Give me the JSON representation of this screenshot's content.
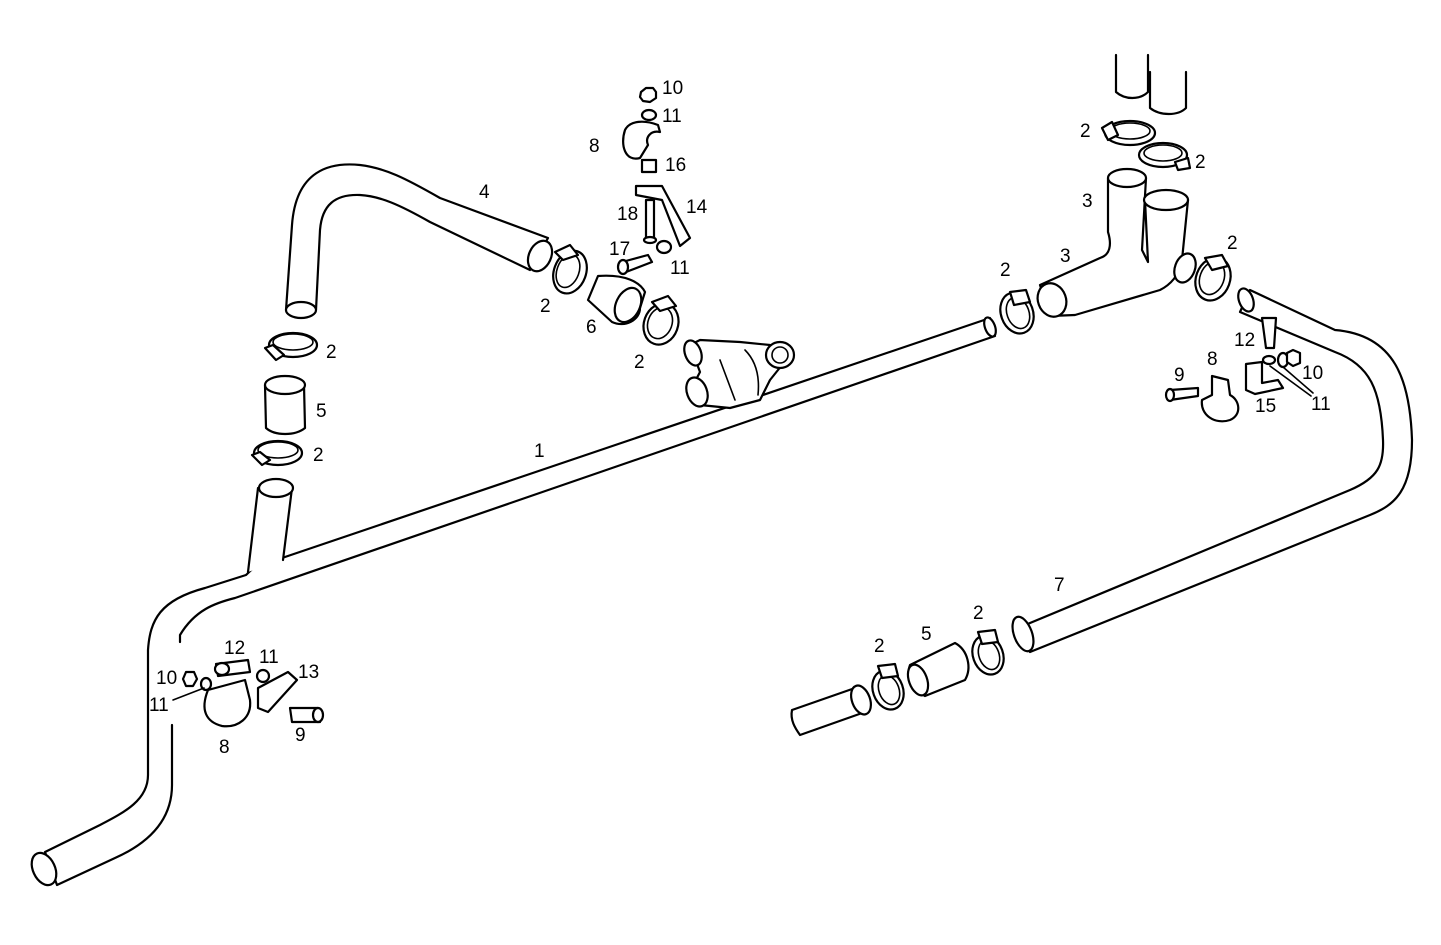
{
  "diagram": {
    "labels": [
      {
        "id": "l-1",
        "text": "1"
      },
      {
        "id": "l-4",
        "text": "4"
      },
      {
        "id": "l-2a",
        "text": "2"
      },
      {
        "id": "l-5a",
        "text": "5"
      },
      {
        "id": "l-2b",
        "text": "2"
      },
      {
        "id": "l-2c",
        "text": "2"
      },
      {
        "id": "l-6",
        "text": "6"
      },
      {
        "id": "l-2d",
        "text": "2"
      },
      {
        "id": "l-10a",
        "text": "10"
      },
      {
        "id": "l-11a",
        "text": "11"
      },
      {
        "id": "l-8a",
        "text": "8"
      },
      {
        "id": "l-16",
        "text": "16"
      },
      {
        "id": "l-18",
        "text": "18"
      },
      {
        "id": "l-14",
        "text": "14"
      },
      {
        "id": "l-17",
        "text": "17"
      },
      {
        "id": "l-11b",
        "text": "11"
      },
      {
        "id": "l-2e",
        "text": "2"
      },
      {
        "id": "l-2f",
        "text": "2"
      },
      {
        "id": "l-3a",
        "text": "3"
      },
      {
        "id": "l-3b",
        "text": "3"
      },
      {
        "id": "l-2g",
        "text": "2"
      },
      {
        "id": "l-2h",
        "text": "2"
      },
      {
        "id": "l-12a",
        "text": "12"
      },
      {
        "id": "l-8b",
        "text": "8"
      },
      {
        "id": "l-9a",
        "text": "9"
      },
      {
        "id": "l-10b",
        "text": "10"
      },
      {
        "id": "l-11c",
        "text": "11"
      },
      {
        "id": "l-15",
        "text": "15"
      },
      {
        "id": "l-7",
        "text": "7"
      },
      {
        "id": "l-2i",
        "text": "2"
      },
      {
        "id": "l-5b",
        "text": "5"
      },
      {
        "id": "l-2j",
        "text": "2"
      },
      {
        "id": "l-12b",
        "text": "12"
      },
      {
        "id": "l-11d",
        "text": "11"
      },
      {
        "id": "l-13",
        "text": "13"
      },
      {
        "id": "l-10c",
        "text": "10"
      },
      {
        "id": "l-11e",
        "text": "11"
      },
      {
        "id": "l-8c",
        "text": "8"
      },
      {
        "id": "l-9b",
        "text": "9"
      }
    ]
  }
}
